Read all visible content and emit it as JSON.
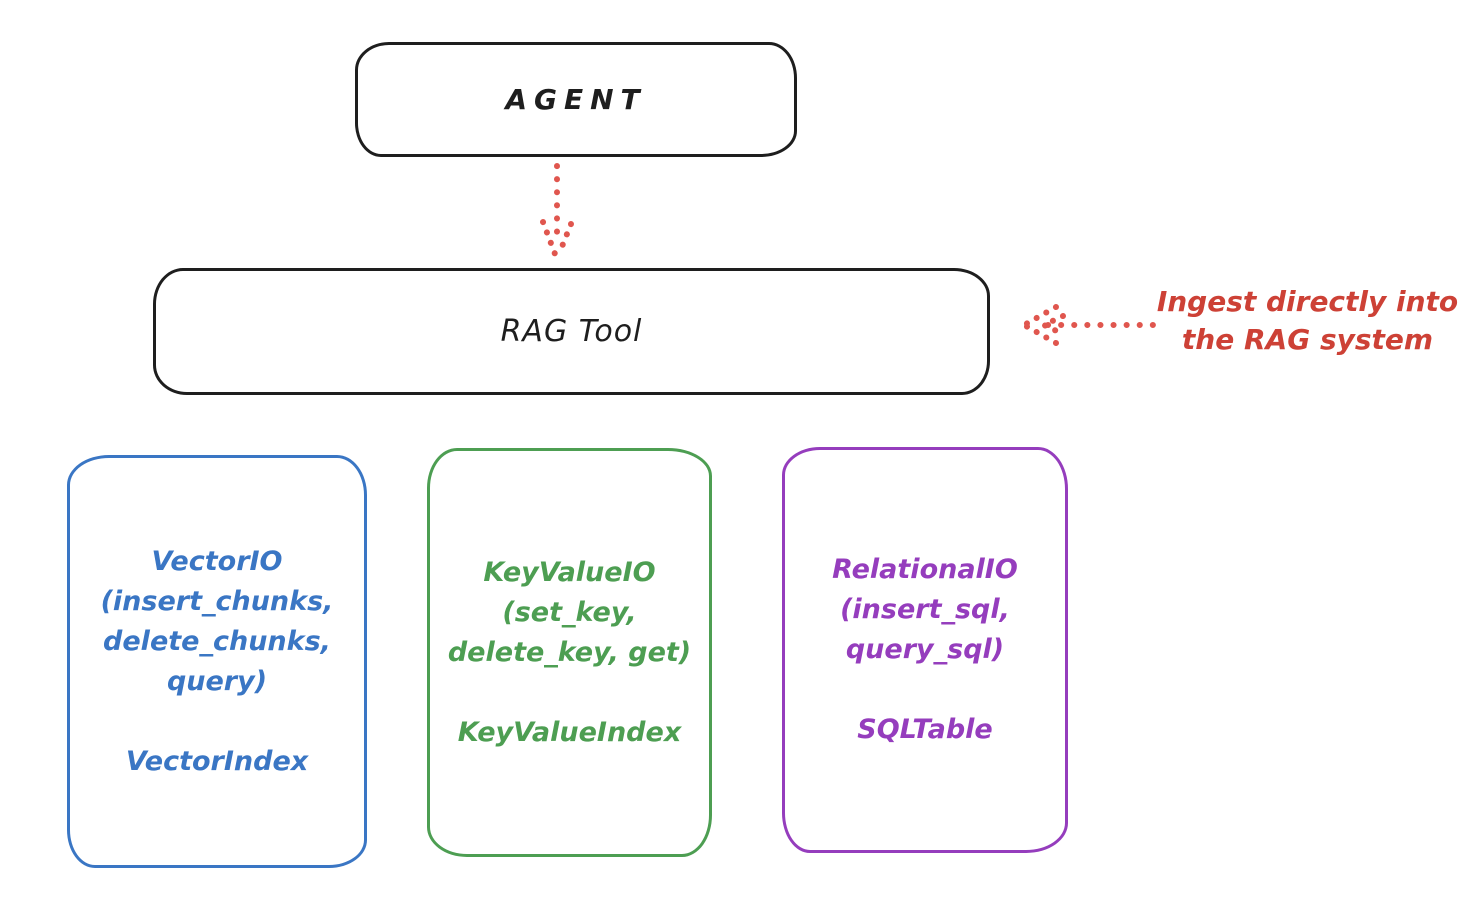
{
  "colors": {
    "outline_black": "#1e1e1e",
    "arrow_red": "#e0564e",
    "annotation_red": "#cd4136",
    "vector_blue": "#3a76c4",
    "keyvalue_green": "#4d9e52",
    "relational_purple": "#953dbd",
    "background": "#ffffff"
  },
  "agent_box": {
    "label": "AGENT"
  },
  "rag_tool_box": {
    "label": "RAG Tool"
  },
  "annotation": {
    "line1": "Ingest directly into",
    "line2": "the RAG system"
  },
  "io_boxes": [
    {
      "name": "vector-io",
      "lines": [
        "VectorIO",
        "(insert_chunks,",
        "delete_chunks,",
        "query)"
      ],
      "index_label": "VectorIndex",
      "color": "#3a76c4"
    },
    {
      "name": "keyvalue-io",
      "lines": [
        "KeyValueIO",
        "(set_key,",
        "delete_key, get)"
      ],
      "index_label": "KeyValueIndex",
      "color": "#4d9e52"
    },
    {
      "name": "relational-io",
      "lines": [
        "RelationalIO",
        "(insert_sql,",
        "query_sql)"
      ],
      "index_label": "SQLTable",
      "color": "#953dbd"
    }
  ]
}
